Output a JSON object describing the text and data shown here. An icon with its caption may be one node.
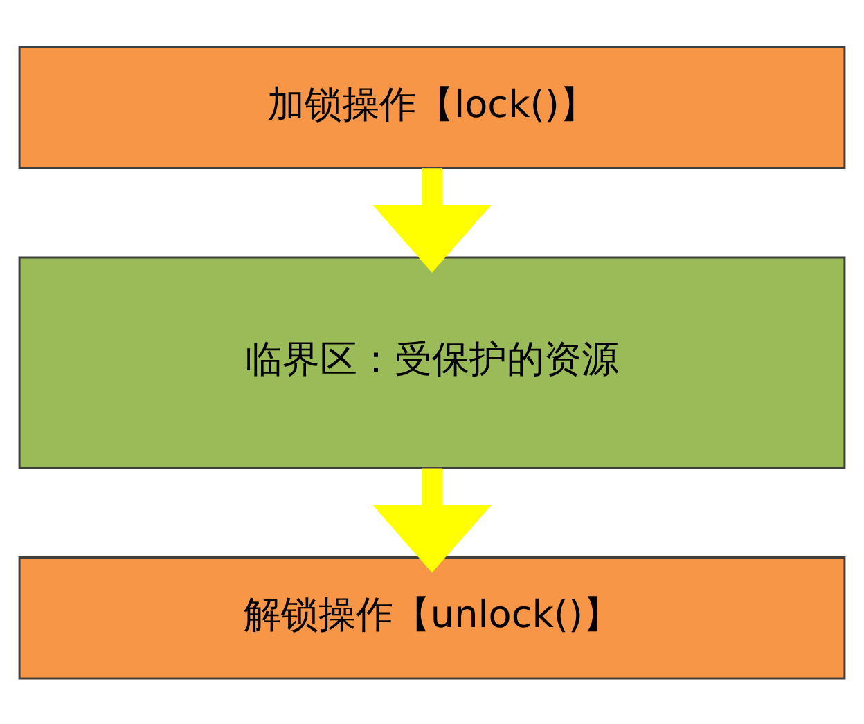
{
  "diagram": {
    "nodes": [
      {
        "text": [
          "加锁操作【lock()】"
        ]
      },
      {
        "text": [
          "临界区：受保护的资源"
        ]
      },
      {
        "text": [
          "解锁操作【unlock()】"
        ]
      }
    ],
    "edges": [
      {
        "from": 0,
        "to": 1,
        "arrow": "to"
      },
      {
        "from": 1,
        "to": 2,
        "arrow": "to"
      }
    ]
  }
}
